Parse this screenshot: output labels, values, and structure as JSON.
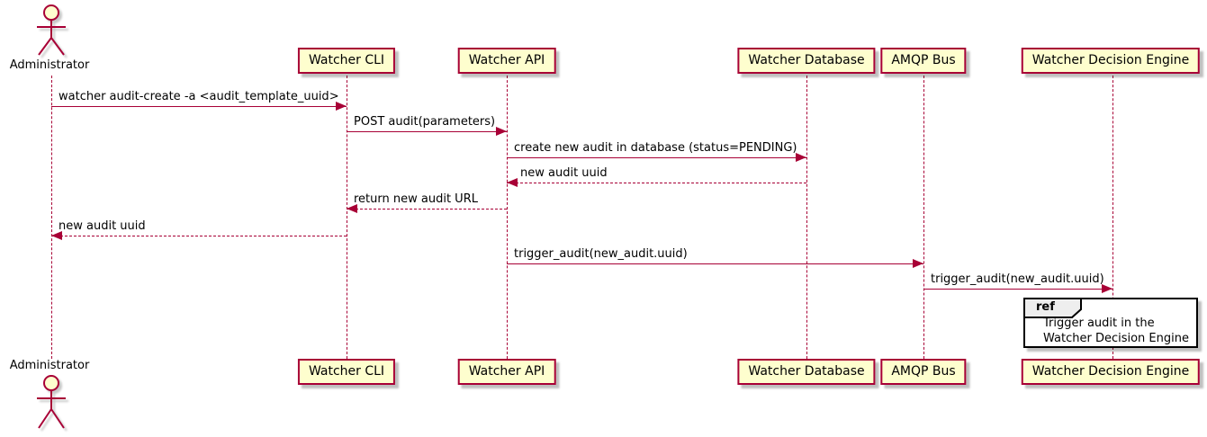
{
  "diagram": {
    "type": "uml-sequence-diagram",
    "actor": {
      "label": "Administrator"
    },
    "participants": [
      {
        "label": "Watcher CLI"
      },
      {
        "label": "Watcher API"
      },
      {
        "label": "Watcher Database"
      },
      {
        "label": "AMQP Bus"
      },
      {
        "label": "Watcher Decision Engine"
      }
    ],
    "messages": [
      {
        "text": "watcher audit-create -a <audit_template_uuid>",
        "from": "Administrator",
        "to": "Watcher CLI",
        "line": "solid"
      },
      {
        "text": "POST audit(parameters)",
        "from": "Watcher CLI",
        "to": "Watcher API",
        "line": "solid"
      },
      {
        "text": "create new audit in database (status=PENDING)",
        "from": "Watcher API",
        "to": "Watcher Database",
        "line": "solid"
      },
      {
        "text": "new audit uuid",
        "from": "Watcher Database",
        "to": "Watcher API",
        "line": "dashed"
      },
      {
        "text": "return new audit URL",
        "from": "Watcher API",
        "to": "Watcher CLI",
        "line": "dashed"
      },
      {
        "text": "new audit uuid",
        "from": "Watcher CLI",
        "to": "Administrator",
        "line": "dashed"
      },
      {
        "text": "trigger_audit(new_audit.uuid)",
        "from": "Watcher API",
        "to": "AMQP Bus",
        "line": "solid"
      },
      {
        "text": "trigger_audit(new_audit.uuid)",
        "from": "AMQP Bus",
        "to": "Watcher Decision Engine",
        "line": "solid"
      }
    ],
    "ref": {
      "keyword": "ref",
      "line1": "Trigger audit in the",
      "line2": "Watcher Decision Engine",
      "over": "Watcher Decision Engine"
    },
    "colors": {
      "stroke": "#A80036",
      "participant_fill": "#FEFECE",
      "text": "#000000",
      "ref_border": "#000000",
      "ref_tag_fill": "#EEEEEE"
    }
  }
}
